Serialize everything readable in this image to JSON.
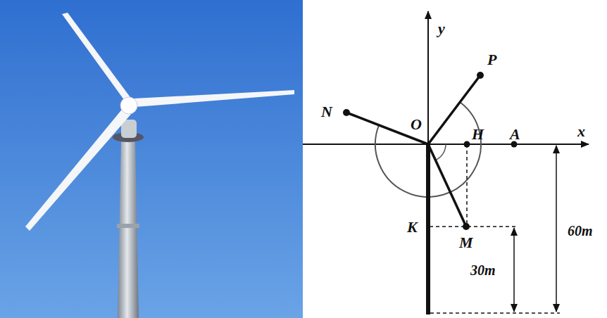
{
  "diagram": {
    "labels": [
      "y",
      "P",
      "N",
      "O",
      "H",
      "A",
      "x",
      "K",
      "M",
      "30m",
      "60m"
    ]
  }
}
